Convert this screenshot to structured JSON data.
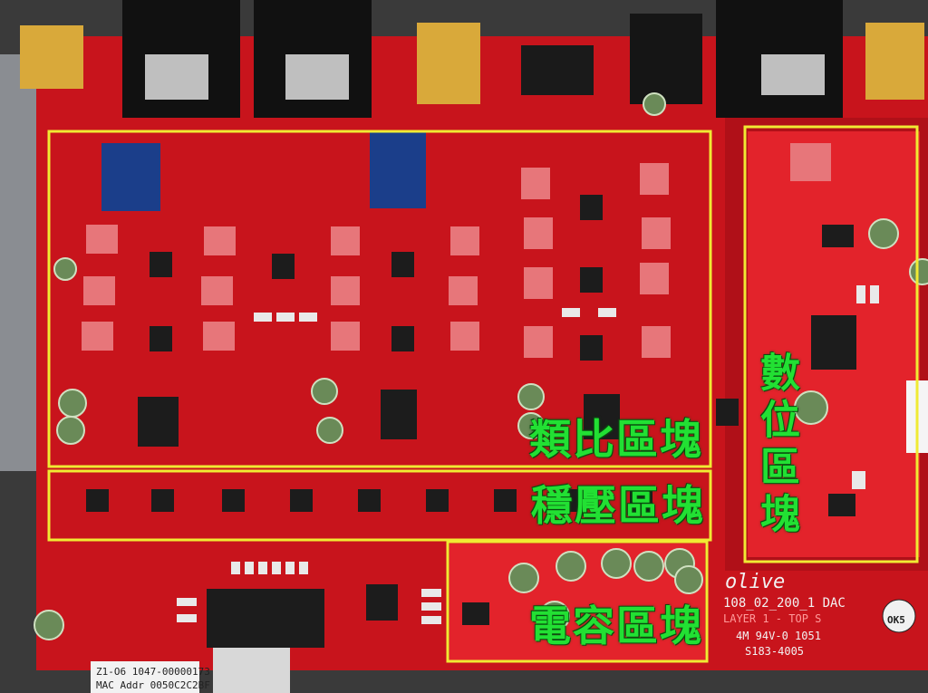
{
  "zones": {
    "analog": "類比區塊",
    "regulator": "穩壓區塊",
    "capacitor": "電容區塊",
    "digital": "數位區塊"
  },
  "silkscreen": {
    "brand": "olive",
    "model": "108_02_200_1 DAC",
    "layer": "LAYER 1 - TOP S",
    "spec": "4M 94V-0 1051",
    "part": "S183-4005",
    "sticker": "OK5",
    "label1": "Z1-O6 1047-00000173",
    "label2": "MAC Addr 0050C2C2BF"
  },
  "colors": {
    "pcb": "#c8141c",
    "pcb_dark": "#8e0c12",
    "highlight": "#f0ea33",
    "label": "#22e033"
  }
}
